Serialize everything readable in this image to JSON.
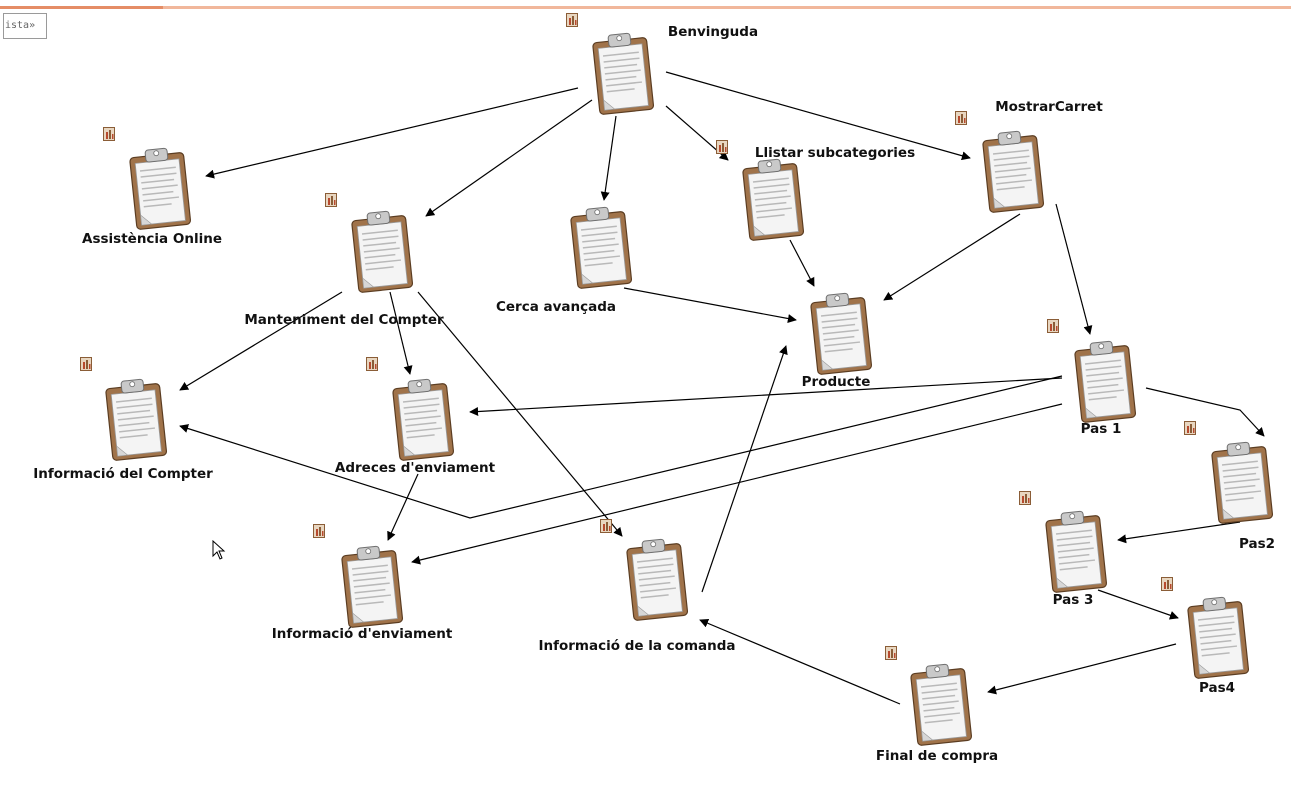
{
  "tab": {
    "label": "ista»"
  },
  "nodes": [
    {
      "id": "benvinguda",
      "label": "Benvinguda"
    },
    {
      "id": "mostrar-carret",
      "label": "MostrarCarret"
    },
    {
      "id": "llistar-subcategories",
      "label": "Llistar subcategories"
    },
    {
      "id": "assistencia-online",
      "label": "Assistència Online"
    },
    {
      "id": "manteniment-compter",
      "label": "Manteniment del Compter"
    },
    {
      "id": "cerca-avancada",
      "label": "Cerca avançada"
    },
    {
      "id": "producte",
      "label": "Producte"
    },
    {
      "id": "informacio-compter",
      "label": "Informació del Compter"
    },
    {
      "id": "adreces-enviament",
      "label": "Adreces d'enviament"
    },
    {
      "id": "pas-1",
      "label": "Pas 1"
    },
    {
      "id": "pas-2",
      "label": "Pas2"
    },
    {
      "id": "pas-3",
      "label": "Pas 3"
    },
    {
      "id": "pas-4",
      "label": "Pas4"
    },
    {
      "id": "informacio-enviament",
      "label": "Informació d'enviament"
    },
    {
      "id": "informacio-comanda",
      "label": "Informació de la comanda"
    },
    {
      "id": "final-compra",
      "label": "Final de compra"
    }
  ],
  "edges": [
    [
      "benvinguda",
      "assistencia-online"
    ],
    [
      "benvinguda",
      "manteniment-compter"
    ],
    [
      "benvinguda",
      "cerca-avancada"
    ],
    [
      "benvinguda",
      "llistar-subcategories"
    ],
    [
      "benvinguda",
      "mostrar-carret"
    ],
    [
      "mostrar-carret",
      "producte"
    ],
    [
      "mostrar-carret",
      "pas-1"
    ],
    [
      "llistar-subcategories",
      "producte"
    ],
    [
      "cerca-avancada",
      "producte"
    ],
    [
      "manteniment-compter",
      "informacio-compter"
    ],
    [
      "manteniment-compter",
      "adreces-enviament"
    ],
    [
      "manteniment-compter",
      "informacio-comanda"
    ],
    [
      "pas-1",
      "adreces-enviament"
    ],
    [
      "pas-1",
      "informacio-compter"
    ],
    [
      "pas-1",
      "informacio-enviament"
    ],
    [
      "pas-1",
      "pas-2"
    ],
    [
      "pas-2",
      "pas-3"
    ],
    [
      "pas-3",
      "pas-4"
    ],
    [
      "pas-4",
      "final-compra"
    ],
    [
      "final-compra",
      "informacio-comanda"
    ],
    [
      "informacio-comanda",
      "producte"
    ],
    [
      "adreces-enviament",
      "informacio-enviament"
    ]
  ]
}
